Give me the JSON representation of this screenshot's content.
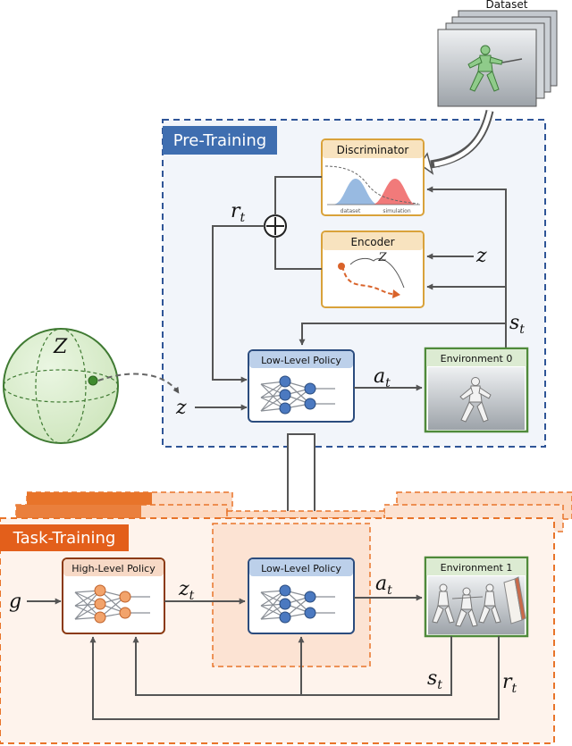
{
  "dataset": {
    "label": "Dataset"
  },
  "pretraining": {
    "title": "Pre-Training",
    "discriminator": {
      "title": "Discriminator",
      "axis_left": "dataset",
      "axis_right": "simulation"
    },
    "encoder": {
      "title": "Encoder",
      "latent": "Z"
    },
    "low_level_policy": "Low-Level Policy",
    "environment": "Environment 0",
    "reward": "r",
    "reward_sub": "t",
    "z_input": "z",
    "z_encoder": "z",
    "state": "s",
    "state_sub": "t",
    "action": "a",
    "action_sub": "t"
  },
  "latent_space": {
    "symbol": "Z"
  },
  "tasktraining": {
    "title": "Task-Training",
    "high_level_policy": "High-Level Policy",
    "low_level_policy": "Low-Level Policy",
    "environment": "Environment 1",
    "goal": "g",
    "z": "z",
    "z_sub": "t",
    "action": "a",
    "action_sub": "t",
    "state": "s",
    "state_sub": "t",
    "reward": "r",
    "reward_sub": "t"
  },
  "colors": {
    "pretrain_border": "#2F5597",
    "pretrain_bg": "#F2F5FA",
    "pretrain_title_bg": "#3F6EB0",
    "task_orange": "#E8742A",
    "task_bg": "#FEF3EC",
    "task_tab_dark": "#E35F1B",
    "disc_border": "#D9A23A",
    "disc_title_bg": "#F8E3BF",
    "llp_border": "#2B4C7E",
    "llp_title_bg": "#BCD0EA",
    "hlp_border": "#8B3A12",
    "hlp_title_bg": "#F7D9C6",
    "env_border": "#4F8A3A",
    "env_title_bg": "#DCEBD2",
    "sphere_fill": "#DDEFD0",
    "sphere_stroke": "#3F7A32"
  }
}
